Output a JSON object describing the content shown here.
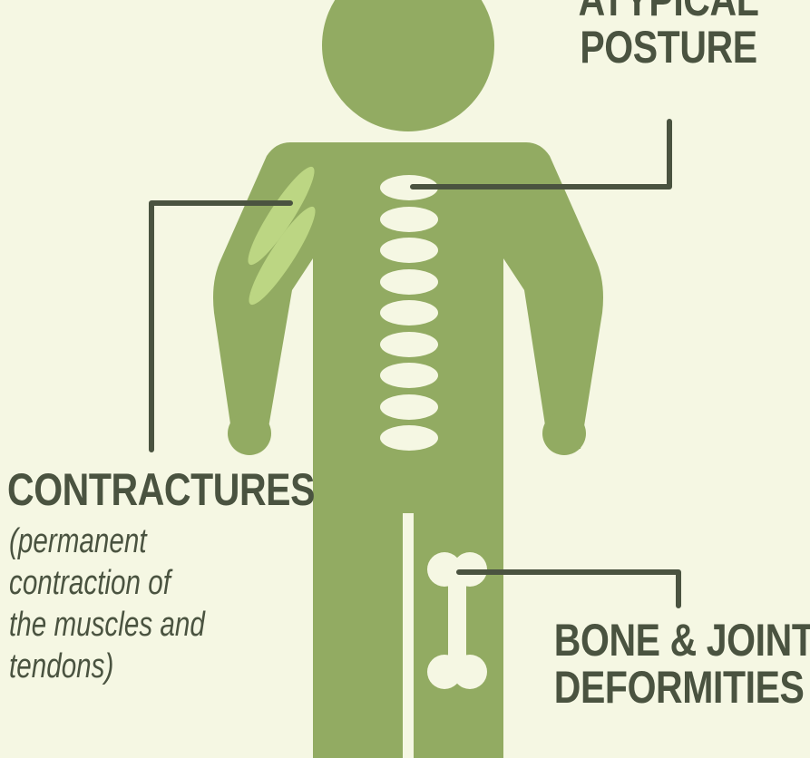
{
  "labels": {
    "posture_line1": "ATYPICAL",
    "posture_line2": "POSTURE",
    "contractures_title": "CONTRACTURES",
    "contractures_desc": [
      "(permanent",
      "contraction of",
      "the muscles and",
      "tendons)"
    ],
    "bone_line1": "BONE & JOINT",
    "bone_line2": "DEFORMITIES"
  },
  "colors": {
    "background": "#f5f7e3",
    "body": "#92ab62",
    "highlight": "#bcd683",
    "bones": "#f5f7e3",
    "text_and_lines": "#4a5340"
  },
  "icons": [
    "person-icon",
    "spine-icon",
    "bone-icon",
    "muscle-icon"
  ]
}
